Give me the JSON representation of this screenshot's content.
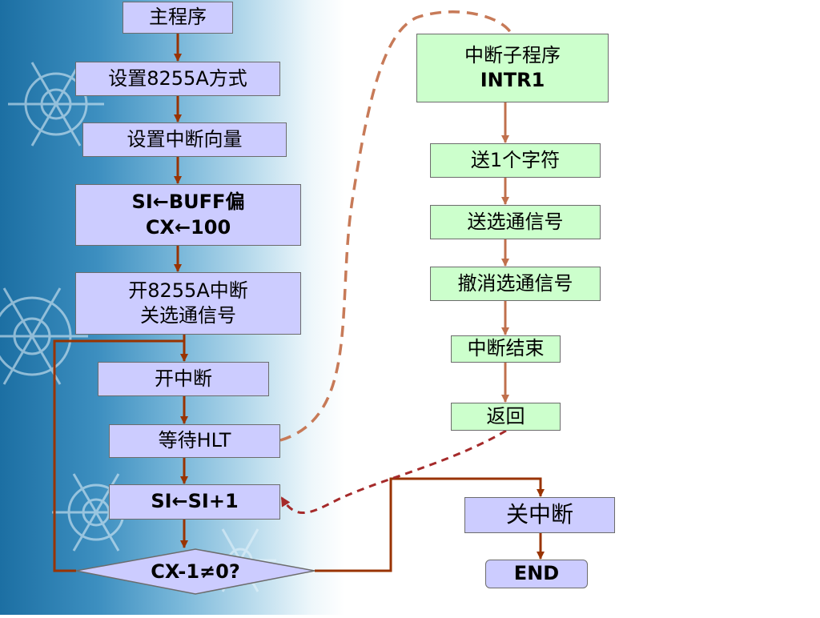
{
  "main": {
    "main_program": "主程序",
    "set_8255a_mode": "设置8255A方式",
    "set_interrupt_vector": "设置中断向量",
    "init_line1": "SI←BUFF偏",
    "init_line2": "CX←100",
    "enable_line1": "开8255A中断",
    "enable_line2": "关选通信号",
    "enable_interrupt": "开中断",
    "wait_hlt": "等待HLT",
    "si_increment": "SI←SI+1",
    "decision": "CX-1≠0?",
    "disable_interrupt": "关中断",
    "end": "END"
  },
  "interrupt": {
    "title_line1": "中断子程序",
    "title_line2": "INTR1",
    "send_char": "送1个字符",
    "send_strobe": "送选通信号",
    "cancel_strobe": "撤消选通信号",
    "interrupt_end": "中断结束",
    "return": "返回"
  },
  "colors": {
    "main_box_fill": "#ccccff",
    "interrupt_box_fill": "#ccffcc",
    "main_arrow": "#993300",
    "interrupt_arrow": "#c0704d",
    "dashed_call": "#c77a58",
    "dashed_return": "#a52a2a"
  }
}
